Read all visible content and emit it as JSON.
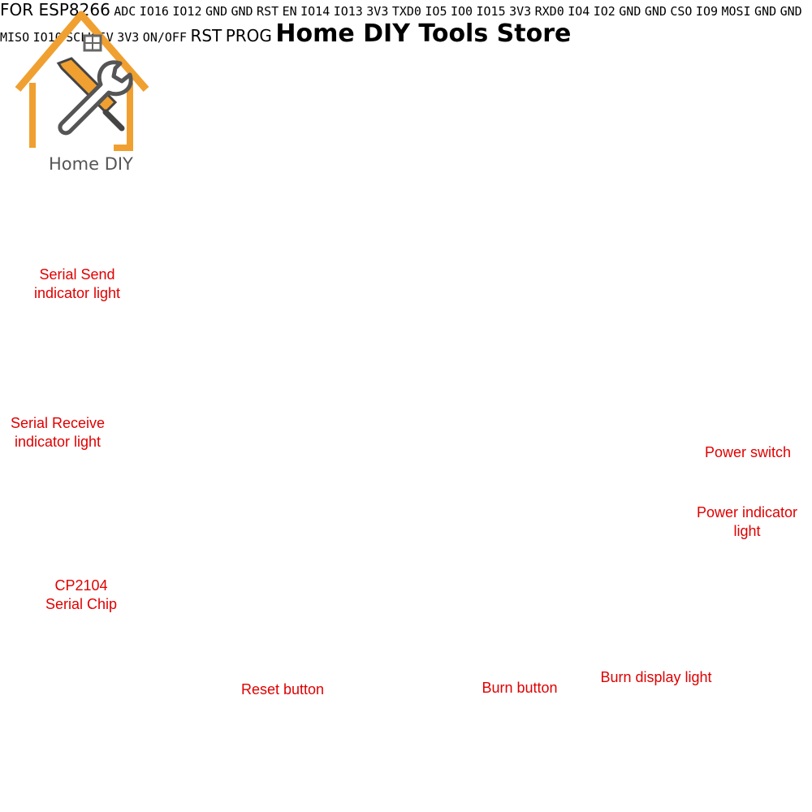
{
  "brand": {
    "logo_text": "Home DIY"
  },
  "watermark": "Home DIY Tools Store",
  "board": {
    "title": "FOR ESP8266",
    "left_labels_outer": [
      "ADC",
      "IO16",
      "IO12",
      "GND",
      "GND"
    ],
    "left_labels_inner": [
      "RST",
      "EN",
      "IO14",
      "IO13",
      "3V3"
    ],
    "right_labels_inner": [
      "TXD0",
      "IO5",
      "IO0",
      "IO15",
      "3V3"
    ],
    "right_labels_outer": [
      "RXD0",
      "IO4",
      "IO2",
      "GND",
      "GND"
    ],
    "spi_top": [
      "CSO",
      "IO9",
      "MOSI",
      "GND",
      "GND"
    ],
    "spi_bottom": [
      "MISO",
      "IO10",
      "SCLK",
      "5V",
      "3V3"
    ],
    "rst_label": "RST",
    "prog_label": "PROG",
    "switch_label": "ON/OFF"
  },
  "callouts": {
    "serial_send": [
      "Serial Send",
      "indicator light"
    ],
    "serial_receive": [
      "Serial Receive",
      "indicator light"
    ],
    "cp2104": [
      "CP2104",
      "Serial Chip"
    ],
    "reset_button": "Reset button",
    "burn_button": "Burn button",
    "burn_display_light": "Burn display light",
    "power_switch": "Power switch",
    "power_indicator": [
      "Power indicator",
      "light"
    ]
  },
  "colors": {
    "pcb": "#111111",
    "silkscreen": "#f2f2f2",
    "annotation": "#e00000",
    "pins": "#c9a04a",
    "logo_orange": "#f0a030"
  },
  "icons": [
    "house-logo-icon",
    "wrench-icon",
    "screwdriver-icon",
    "screw-icon"
  ]
}
